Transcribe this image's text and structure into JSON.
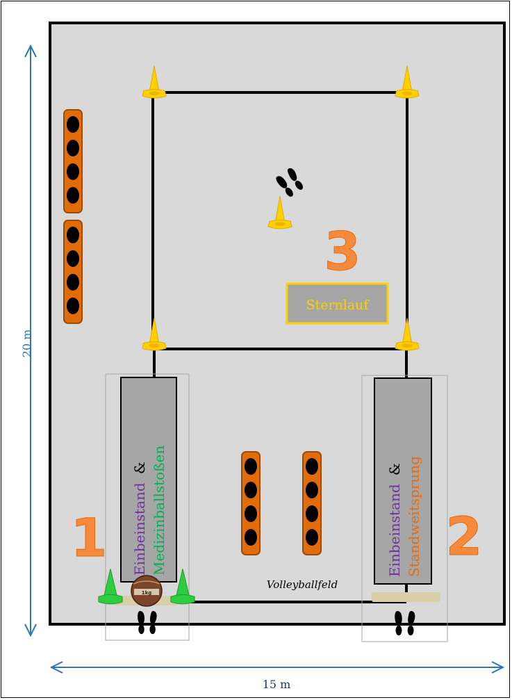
{
  "dimensions": {
    "height_label": "20 m",
    "width_label": "15 m"
  },
  "court_label": "Volleyballfeld",
  "stations": [
    {
      "number": "1",
      "part_a": "Einbeinstand",
      "amp": "&",
      "part_b": "Medizinballstoßen",
      "ball_label": "1kg"
    },
    {
      "number": "2",
      "part_a": "Einbeinstand",
      "amp": "&",
      "part_b": "Standweitsprung"
    },
    {
      "number": "3",
      "name": "Sternlauf"
    }
  ],
  "colors": {
    "field": "#d9d9d9",
    "number": "#f58a3c",
    "purple": "#7030a0",
    "green": "#00b050",
    "orange_text": "#e46c0a",
    "cone": "#ffd000",
    "green_cone": "#2ecc40",
    "dim_arrow": "#2e75b6",
    "ladder": "#e36c0a"
  },
  "icons": [
    "cone-icon",
    "green-cone-icon",
    "footprints-icon",
    "ladder-icon",
    "medicine-ball-icon",
    "mat-icon"
  ]
}
